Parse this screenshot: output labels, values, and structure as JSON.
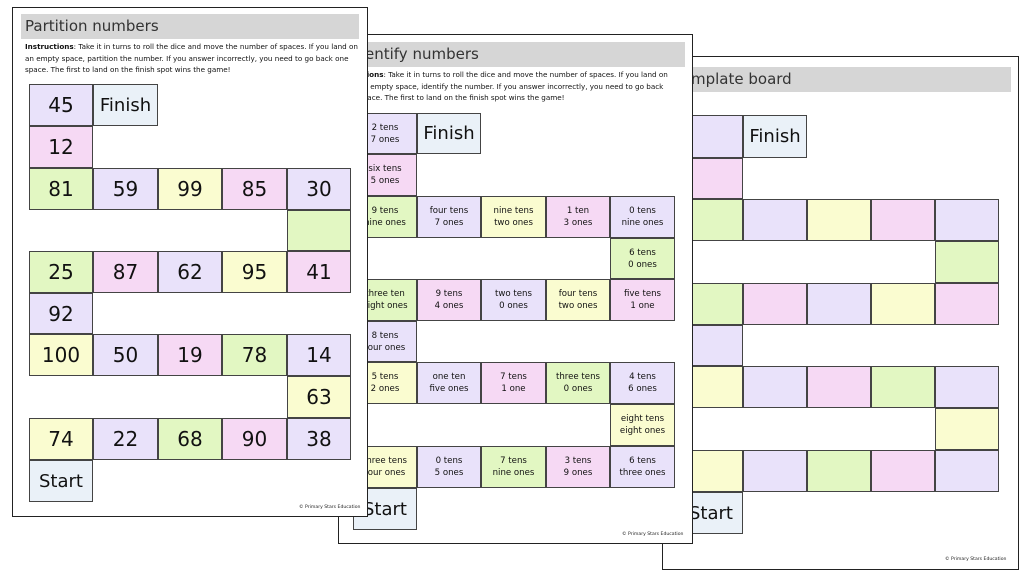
{
  "sheets": [
    {
      "title": "Partition numbers",
      "instructions_label": "Instructions",
      "instructions_text": ": Take it in turns to roll the dice and move the number of spaces. If you land on an empty space, partition the number. If you answer incorrectly, you need to go back one space. The first to land on the finish spot wins the game!",
      "finish_label": "Finish",
      "start_label": "Start",
      "footer": "© Primary Stars Education",
      "board_rows": [
        [
          "45"
        ],
        [
          "12"
        ],
        [
          "81",
          "59",
          "99",
          "85",
          "30"
        ],
        [
          ""
        ],
        [
          "25",
          "87",
          "62",
          "95",
          "41"
        ],
        [
          "92"
        ],
        [
          "100",
          "50",
          "19",
          "78",
          "14"
        ],
        [
          "63"
        ],
        [
          "74",
          "22",
          "68",
          "90",
          "38"
        ]
      ]
    },
    {
      "title": "entify numbers",
      "instructions_label": "ctions",
      "instructions_text": ": Take it in turns to roll the dice and move the number of spaces. If you land on an empty space, identify the number. If you answer incorrectly, you need to go back space. The first to land on the finish spot wins the game!",
      "finish_label": "Finish",
      "start_label": "Start",
      "footer": "© Primary Stars Education",
      "board_rows": [
        [
          "2 tens\n7 ones"
        ],
        [
          "six tens\n5 ones"
        ],
        [
          "9 tens\nnine ones",
          "four tens\n7 ones",
          "nine tens\ntwo ones",
          "1 ten\n3 ones",
          "0 tens\nnine ones"
        ],
        [
          "6 tens\n0 ones"
        ],
        [
          "three ten\neight ones",
          "9 tens\n4 ones",
          "two tens\n0 ones",
          "four tens\ntwo ones",
          "five tens\n1 one"
        ],
        [
          "8 tens\nfour ones"
        ],
        [
          "5 tens\n2 ones",
          "one ten\nfive ones",
          "7 tens\n1 one",
          "three tens\n0 ones",
          "4 tens\n6 ones"
        ],
        [
          "eight tens\neight ones"
        ],
        [
          "three tens\nfour ones",
          "0 tens\n5 ones",
          "7 tens\nnine ones",
          "3 tens\n9 ones",
          "6 tens\nthree ones"
        ]
      ]
    },
    {
      "title": "mplate board",
      "finish_label": "Finish",
      "start_label": "Start",
      "footer": "© Primary Stars Education"
    }
  ],
  "colors": {
    "lilac": "#e9e2fa",
    "pink": "#f6d9f4",
    "yellow": "#fafcd0",
    "green": "#e2f7c2",
    "blue": "#eaf1f8"
  }
}
